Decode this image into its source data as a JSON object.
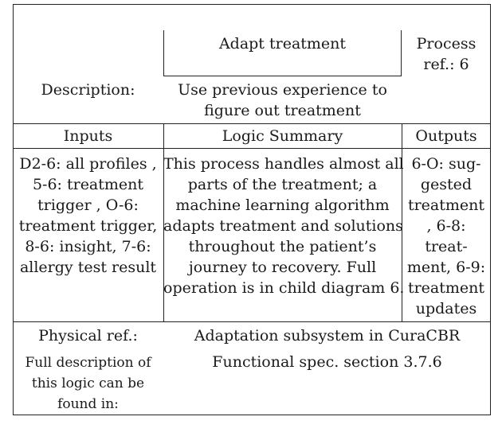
{
  "process": {
    "title": "Adapt treatment",
    "ref_label": "Process",
    "ref_value": "ref.: 6"
  },
  "description": {
    "label": "Description:",
    "text_lines": [
      "Use previous experience to",
      "figure out treatment"
    ]
  },
  "headers": {
    "inputs": "Inputs",
    "logic": "Logic Summary",
    "outputs": "Outputs"
  },
  "inputs_lines": [
    "D2-6: all profiles ,",
    "5-6: treatment",
    "trigger , O-6:",
    "treatment trigger,",
    "8-6: insight, 7-6:",
    "allergy test result"
  ],
  "logic_lines": [
    "This process handles almost all",
    "parts of the treatment; a",
    "machine learning algorithm",
    "adapts treatment and solutions",
    "throughout the patient’s",
    "journey to recovery. Full",
    "operation is in child diagram 6."
  ],
  "outputs_lines": [
    "6-O: sug-",
    "gested",
    "treatment",
    ", 6-8:",
    "treat-",
    "ment, 6-9:",
    "treatment",
    "updates"
  ],
  "physical": {
    "label": "Physical ref.:",
    "value": "Adaptation subsystem in CuraCBR"
  },
  "full_description": {
    "label_lines": [
      "Full description of",
      "this logic can be",
      "found in:"
    ],
    "value": "Functional spec. section 3.7.6"
  }
}
